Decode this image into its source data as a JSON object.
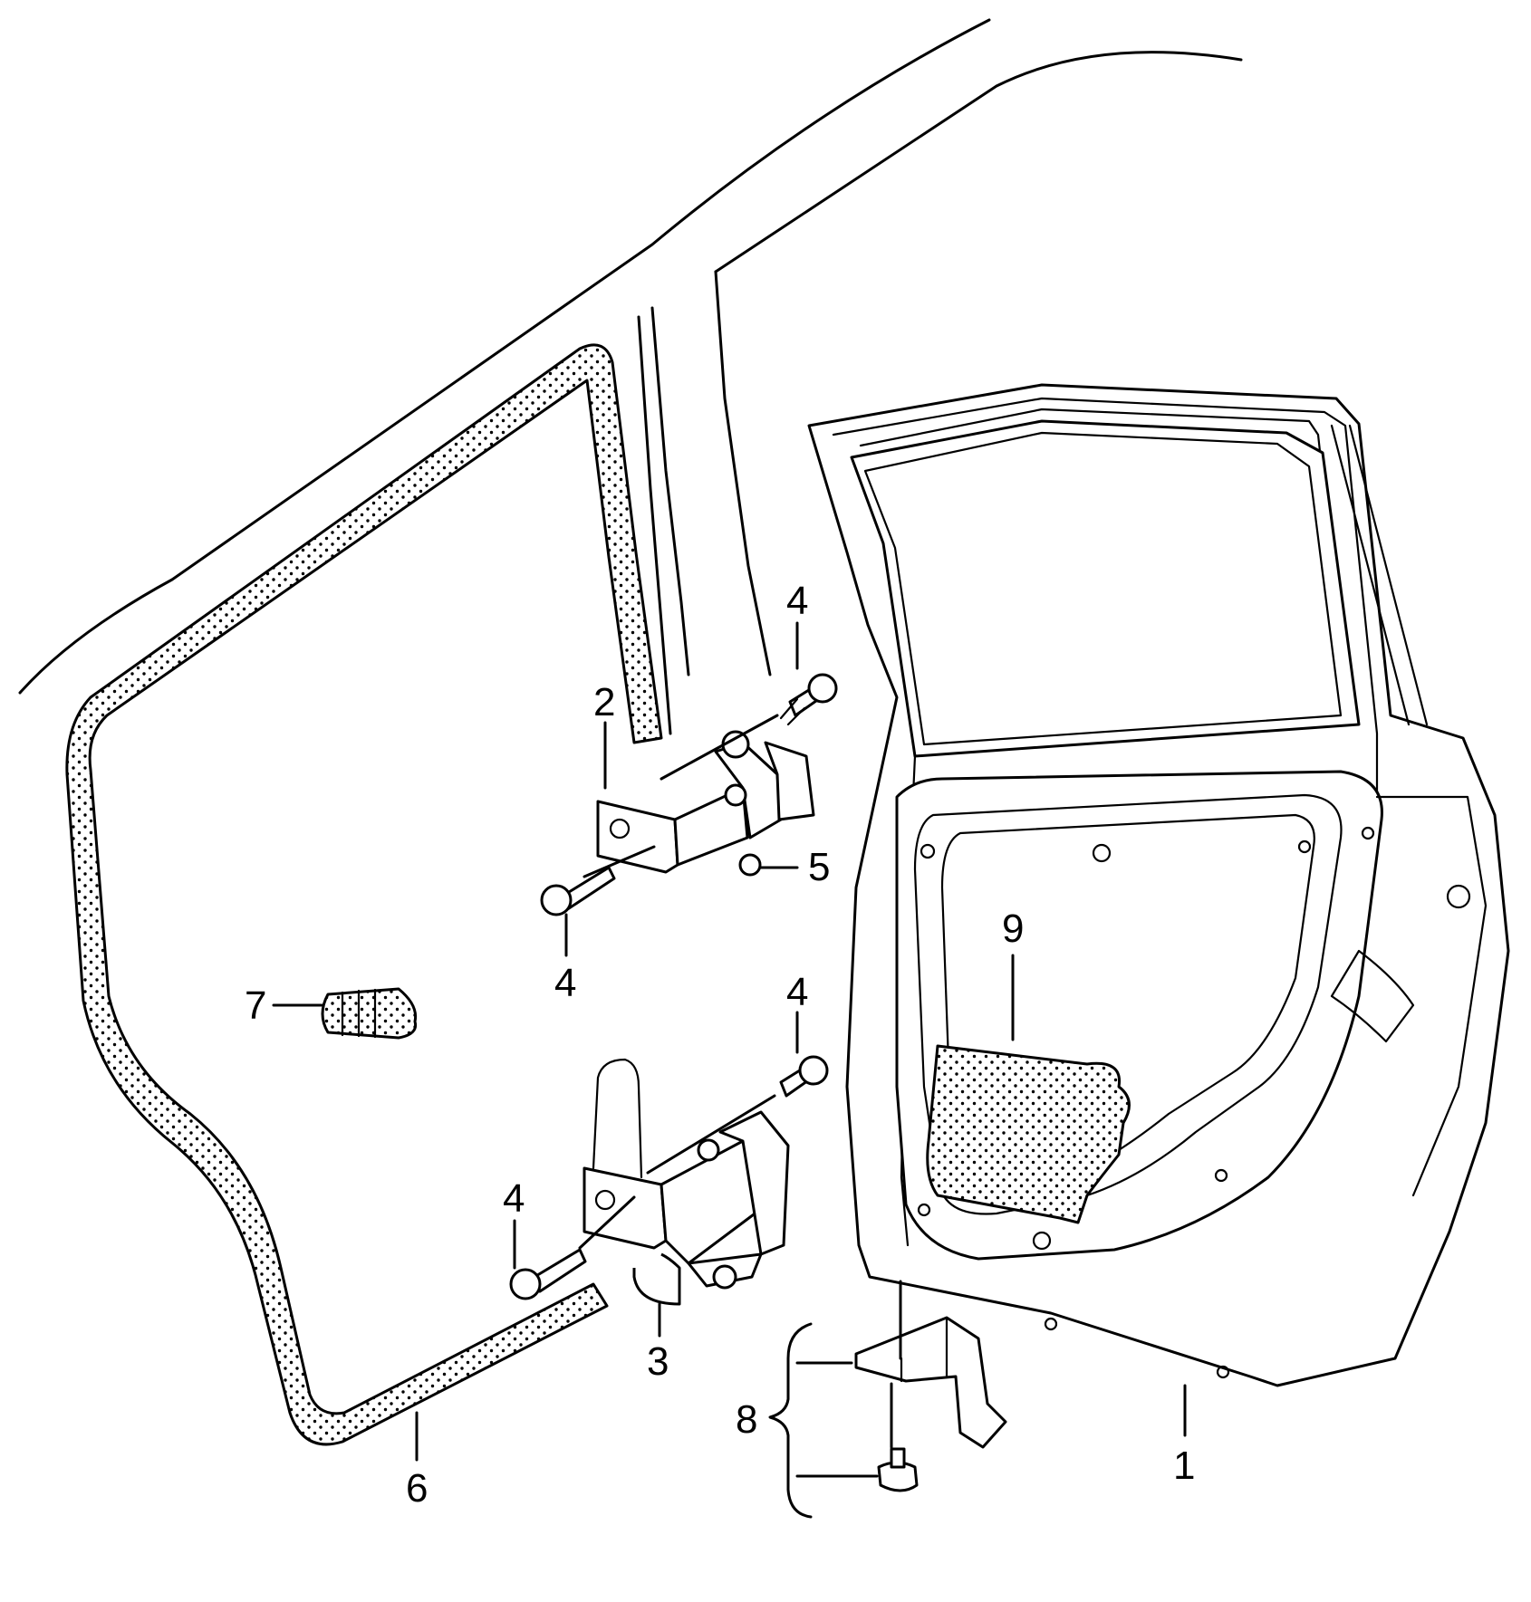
{
  "callouts": [
    {
      "id": "c1",
      "label": "1"
    },
    {
      "id": "c2",
      "label": "2"
    },
    {
      "id": "c3",
      "label": "3"
    },
    {
      "id": "c4a",
      "label": "4"
    },
    {
      "id": "c4b",
      "label": "4"
    },
    {
      "id": "c4c",
      "label": "4"
    },
    {
      "id": "c4d",
      "label": "4"
    },
    {
      "id": "c5",
      "label": "5"
    },
    {
      "id": "c6",
      "label": "6"
    },
    {
      "id": "c7",
      "label": "7"
    },
    {
      "id": "c8",
      "label": "8"
    },
    {
      "id": "c9",
      "label": "9"
    }
  ]
}
